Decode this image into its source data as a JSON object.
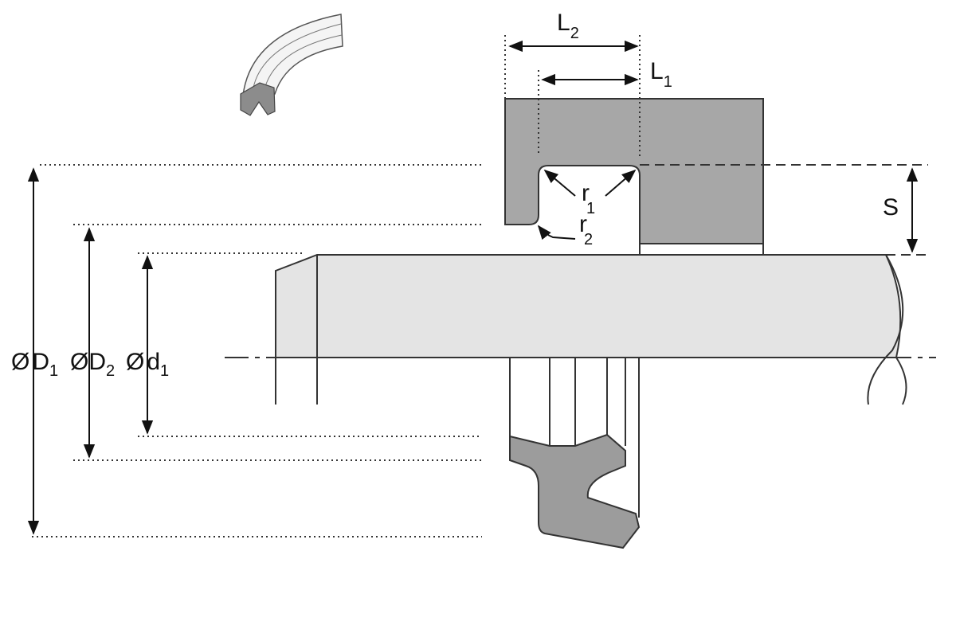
{
  "labels": {
    "L2": {
      "main": "L",
      "sub": "2"
    },
    "L1": {
      "main": "L",
      "sub": "1"
    },
    "r1": {
      "main": "r",
      "sub": "1"
    },
    "r2": {
      "main": "r",
      "sub": "2"
    },
    "S": "S",
    "D1": {
      "sym": "Ø",
      "main": "D",
      "sub": "1"
    },
    "D2": {
      "sym": "Ø",
      "main": "D",
      "sub": "2"
    },
    "d1": {
      "sym": "Ø",
      "main": "d",
      "sub": "1"
    }
  },
  "colors": {
    "housing": "#a7a7a7",
    "rod": "#e4e4e4",
    "seal": "#9c9c9c",
    "line": "#333333"
  }
}
